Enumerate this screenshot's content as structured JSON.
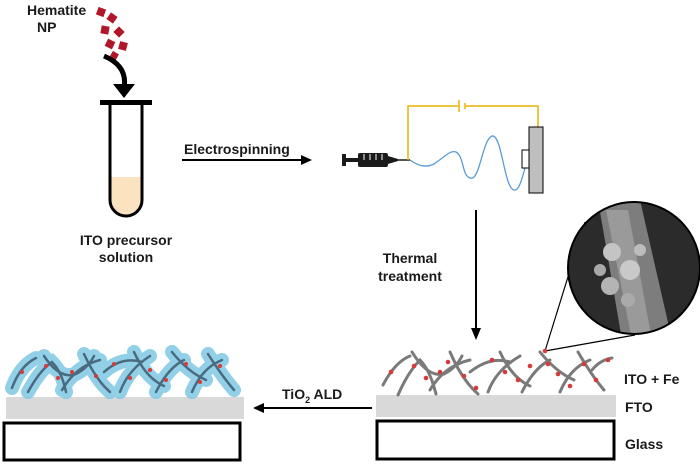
{
  "labels": {
    "hematite_line1": "Hematite",
    "hematite_line2": "NP",
    "precursor_line1": "ITO precursor",
    "precursor_line2": "solution",
    "electrospinning": "Electrospinning",
    "thermal_line1": "Thermal",
    "thermal_line2": "treatment",
    "ald_prefix": "TiO",
    "ald_sub": "2",
    "ald_suffix": " ALD",
    "ito_fe": "ITO + Fe",
    "fto": "FTO",
    "glass": "Glass"
  },
  "colors": {
    "hematite_particle": "#b0182a",
    "solution_fill": "#fbe3c0",
    "fto_layer": "#d9d9d9",
    "fiber": "#7a7a7a",
    "fe_dots": "#d63a3a",
    "tio2_coating": "#7ec8e3",
    "wire": "#e6b400",
    "jet": "#5b9bd5",
    "collector": "#bfbfbf",
    "sem_background": "#2b2b2b"
  }
}
